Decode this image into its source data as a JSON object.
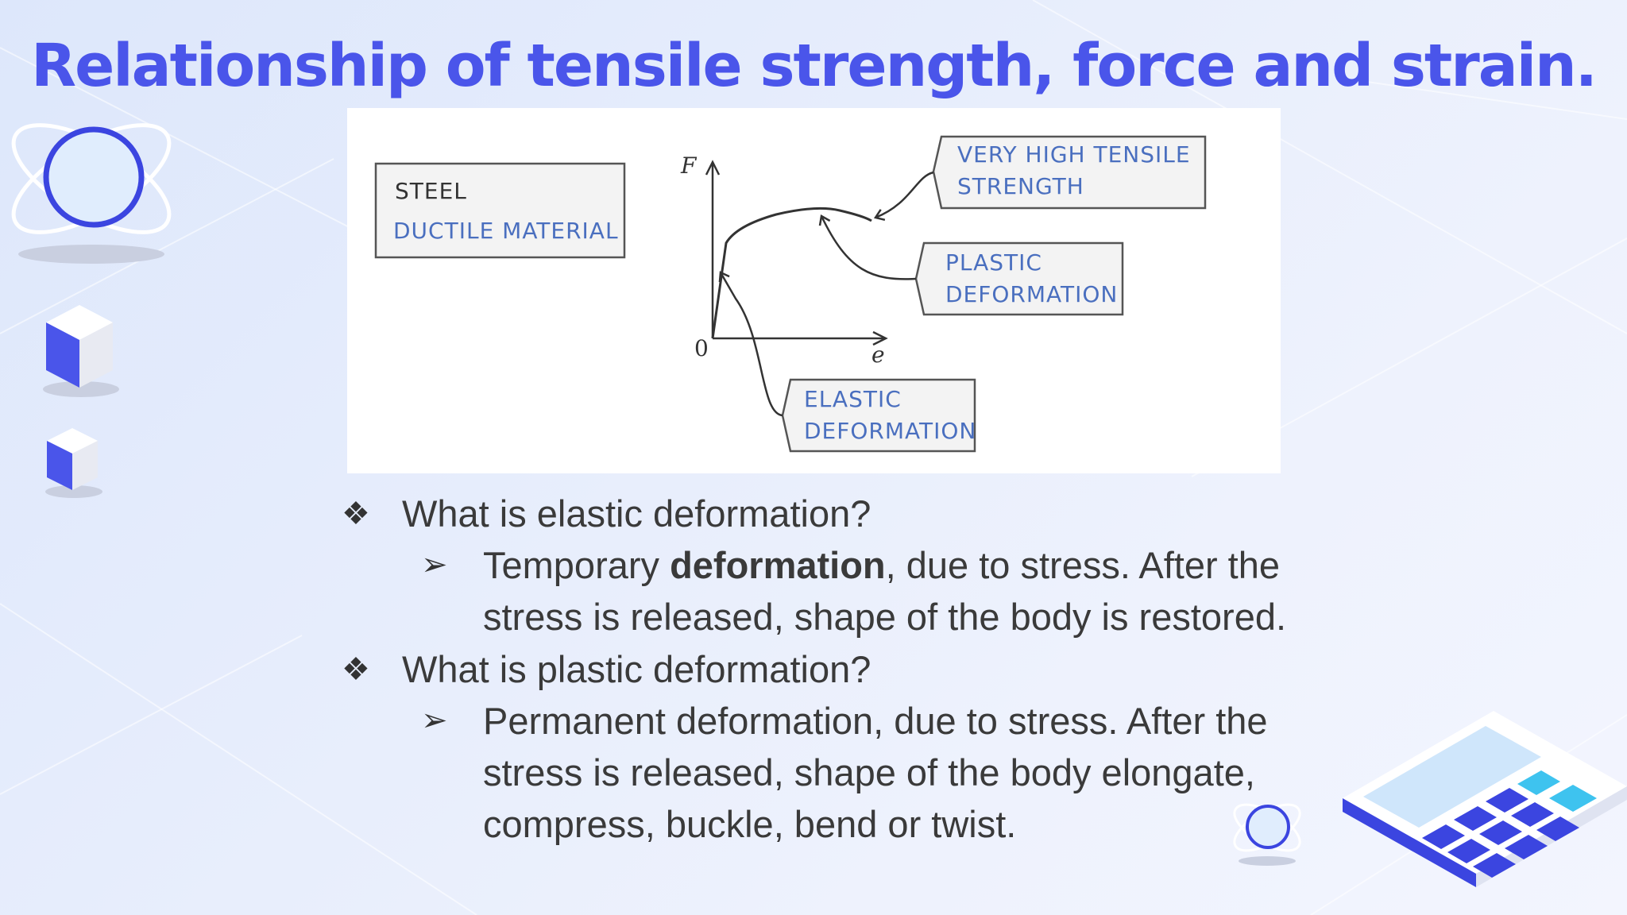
{
  "title": "Relationship of tensile strength, force and strain.",
  "diagram": {
    "material_box": {
      "line1": "STEEL",
      "line2": "DUCTILE MATERIAL"
    },
    "axis": {
      "y": "F",
      "x": "e",
      "origin": "0"
    },
    "labels": {
      "tensile_line1": "VERY HIGH TENSILE",
      "tensile_line2": "STRENGTH",
      "plastic_line1": "PLASTIC",
      "plastic_line2": "DEFORMATION",
      "elastic_line1": "ELASTIC",
      "elastic_line2": "DEFORMATION"
    }
  },
  "bullets": [
    {
      "question": "What is elastic deformation?",
      "answer_pre": "Temporary ",
      "answer_bold": "deformation",
      "answer_post": ", due to stress. After the stress is released, shape of the body is restored."
    },
    {
      "question": "What is plastic deformation?",
      "answer": "Permanent deformation, due to stress. After the stress is released, shape of the body elongate, compress, buckle, bend or twist."
    }
  ],
  "symbols": {
    "diamond_bullet": "❖",
    "arrow_bullet": "➢"
  },
  "icons": [
    "atom-icon",
    "cube-icon",
    "calculator-icon"
  ],
  "colors": {
    "title": "#4a55ea",
    "accent": "#4a55ea",
    "label_blue": "#4a6fbf"
  }
}
